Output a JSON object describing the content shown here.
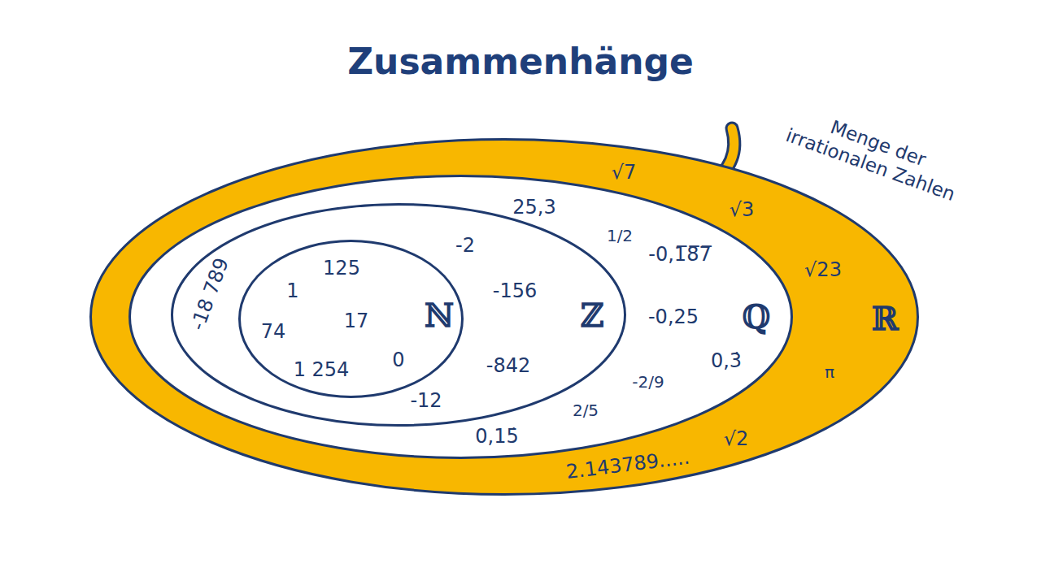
{
  "diagram": {
    "title": "Zusammenhänge",
    "nodes": [
      {
        "text": [
          "ℝ",
          "√7",
          "√3",
          "√23",
          "π",
          "√2",
          "2.143789....."
        ]
      },
      {
        "text": [
          "ℚ",
          "25,3",
          "1/2",
          "-0,1̅8̅7̅",
          "-0,25",
          "0,3̇",
          "-2/9",
          "2/5",
          "0,15̇"
        ],
        "in": 0
      },
      {
        "text": [
          "ℤ",
          "-18 789",
          "-2",
          "-156",
          "-842",
          "-12"
        ],
        "in": 1
      },
      {
        "text": [
          "ℕ",
          "125",
          "1",
          "74",
          "17",
          "1 254",
          "0"
        ],
        "in": 2
      }
    ],
    "labels": [
      "Menge der irrationalen Zahlen"
    ]
  }
}
